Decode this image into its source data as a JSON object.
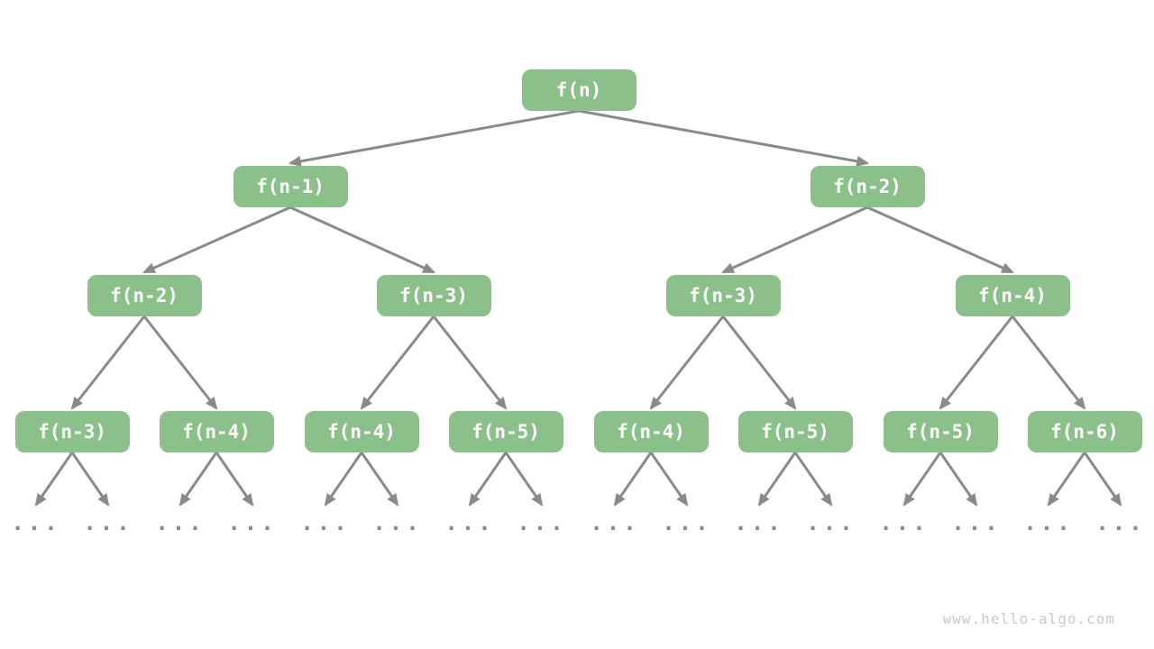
{
  "page": {
    "watermark": "www.hello-algo.com"
  },
  "colors": {
    "node_fill": "#8cc08a",
    "node_text": "#ffffff",
    "edge": "#8a8a8a",
    "watermark": "#c9c9c9"
  },
  "tree": {
    "levels": [
      [
        "f(n)"
      ],
      [
        "f(n-1)",
        "f(n-2)"
      ],
      [
        "f(n-2)",
        "f(n-3)",
        "f(n-3)",
        "f(n-4)"
      ],
      [
        "f(n-3)",
        "f(n-4)",
        "f(n-4)",
        "f(n-5)",
        "f(n-4)",
        "f(n-5)",
        "f(n-5)",
        "f(n-6)"
      ]
    ],
    "ellipsis_label": "...",
    "ellipsis_count": 16
  }
}
